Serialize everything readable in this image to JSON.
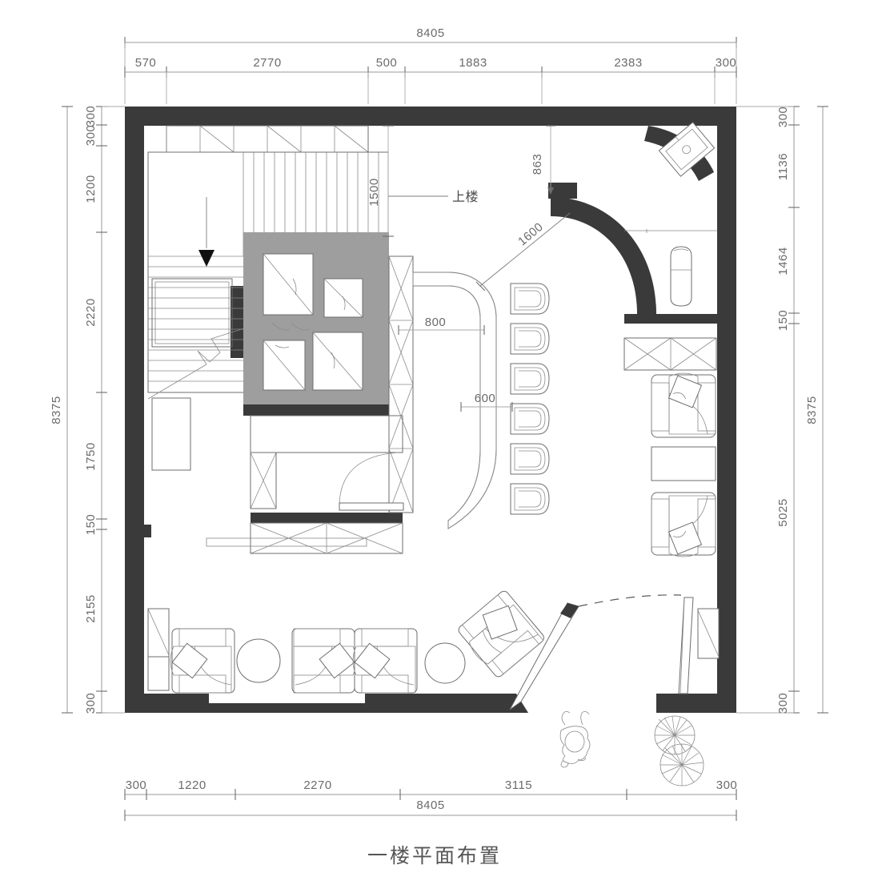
{
  "drawing": {
    "title": "一楼平面布置",
    "title_translation_hint": "first-floor-layout-plan",
    "units": "mm",
    "overall_width": 8405,
    "overall_height": 8375
  },
  "dimensions": {
    "top_overall": "8405",
    "top_chain": [
      "570",
      "2770",
      "500",
      "1883",
      "2383",
      "300"
    ],
    "bottom_overall": "8405",
    "bottom_chain": [
      "300",
      "1220",
      "2270",
      "3115",
      "300"
    ],
    "left_overall": "8375",
    "left_chain": [
      "300",
      "300",
      "1200",
      "2220",
      "1750",
      "150",
      "2155",
      "300"
    ],
    "right_overall": "8375",
    "right_chain": [
      "300",
      "1136",
      "1464",
      "150",
      "5025",
      "300"
    ]
  },
  "interior_dimensions": [
    {
      "name": "stair-width",
      "value": "1500"
    },
    {
      "name": "bar-top-offset",
      "value": "863"
    },
    {
      "name": "bar-radius",
      "value": "1600"
    },
    {
      "name": "bar-counter-width",
      "value": "800"
    },
    {
      "name": "bar-counter-depth",
      "value": "600"
    }
  ],
  "annotations": [
    {
      "name": "stair-up-label",
      "text": "上楼"
    }
  ],
  "legend_icons": [
    {
      "name": "scooter-icon",
      "label": "scooter"
    },
    {
      "name": "tree-icon-upper",
      "label": "tree"
    },
    {
      "name": "tree-icon-lower",
      "label": "tree"
    },
    {
      "name": "stair-direction-arrow-icon",
      "label": "stair-down-arrow"
    },
    {
      "name": "stair-break-line-icon",
      "label": "break-line"
    }
  ],
  "colors": {
    "wall": "#3a3a3a",
    "furniture_stroke": "#6e6e6e",
    "shaded_zone": "#9e9e9e",
    "dimension_text": "#6b6b6b",
    "background": "#ffffff"
  },
  "rooms_and_items": {
    "bar_stools_count": 6,
    "bottom_armchairs_count": 3,
    "right_armchairs_count": 2,
    "round_side_tables_count": 2,
    "cushion_squares_count": 4,
    "doors_count": 2,
    "staircase_flights": 2
  }
}
